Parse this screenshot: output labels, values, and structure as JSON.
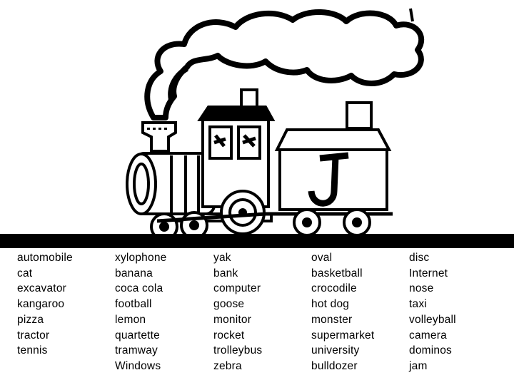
{
  "illustration": {
    "subject": "steam-train-icon",
    "car_letter": "J"
  },
  "word_columns": [
    [
      "automobile",
      "cat",
      "excavator",
      "kangaroo",
      "pizza",
      "tractor",
      "tennis"
    ],
    [
      "xylophone",
      "banana",
      "coca cola",
      "football",
      "lemon",
      "quartette",
      "tramway",
      "Windows"
    ],
    [
      "yak",
      "bank",
      "computer",
      "goose",
      "monitor",
      "rocket",
      "trolleybus",
      "zebra"
    ],
    [
      "oval",
      "basketball",
      "crocodile",
      "hot dog",
      "monster",
      "supermarket",
      "university",
      "bulldozer"
    ],
    [
      "disc",
      "Internet",
      "nose",
      "taxi",
      "volleyball",
      "camera",
      "dominos",
      "jam"
    ]
  ]
}
